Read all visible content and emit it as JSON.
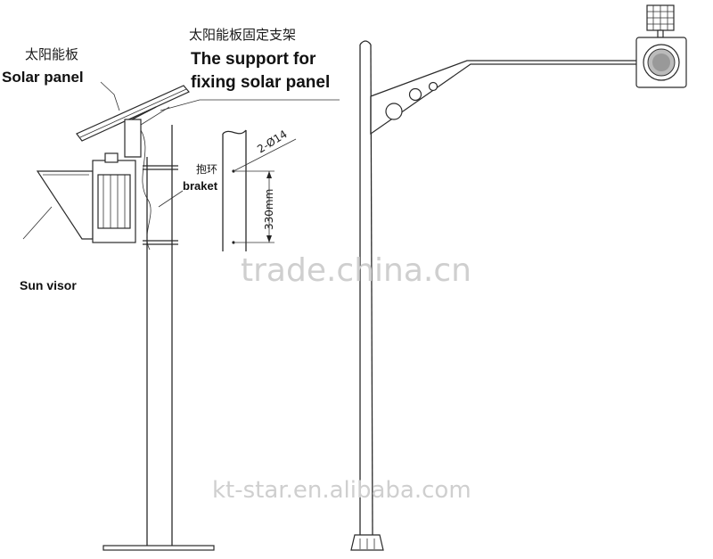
{
  "labels": {
    "solar_panel_cn": "太阳能板",
    "solar_panel_en": "Solar panel",
    "support_cn": "太阳能板固定支架",
    "support_en_line1": "The support for",
    "support_en_line2": "fixing solar panel",
    "bracket_cn": "抱环",
    "bracket_en": "braket",
    "hole_spec": "2-Ø14",
    "dimension": "330mm",
    "sun_visor": "Sun visor"
  },
  "watermarks": {
    "center": "trade.china.cn",
    "bottom": "kt-star.en.alibaba.com"
  }
}
